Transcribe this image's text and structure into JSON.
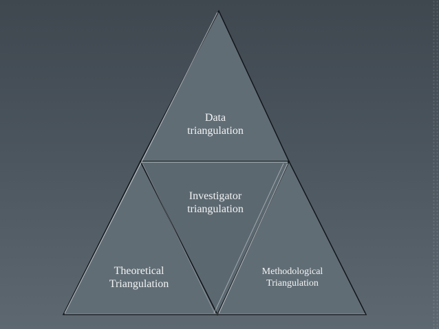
{
  "diagram": {
    "segments": {
      "data": [
        "Data",
        "triangulation"
      ],
      "investigator": [
        "Investigator",
        "triangulation"
      ],
      "theoretical": [
        "Theoretical",
        "Triangulation"
      ],
      "methodological": [
        "Methodological",
        "Triangulation"
      ]
    },
    "colors": {
      "triangle_fill": "#616d75",
      "triangle_stroke": "#101418",
      "text": "#f2f4f5"
    }
  }
}
